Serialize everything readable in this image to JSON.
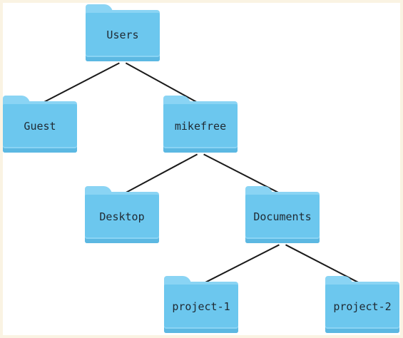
{
  "folders": {
    "users": "Users",
    "guest": "Guest",
    "mikefree": "mikefree",
    "desktop": "Desktop",
    "documents": "Documents",
    "project1": "project-1",
    "project2": "project-2"
  },
  "edges": [
    [
      "users",
      "guest"
    ],
    [
      "users",
      "mikefree"
    ],
    [
      "mikefree",
      "desktop"
    ],
    [
      "mikefree",
      "documents"
    ],
    [
      "documents",
      "project1"
    ],
    [
      "documents",
      "project2"
    ]
  ],
  "colors": {
    "folder_body": "#6cc7ee",
    "folder_tab": "#8ad4f4",
    "edge": "#1a1a1a",
    "page_border": "#faf3e3"
  }
}
